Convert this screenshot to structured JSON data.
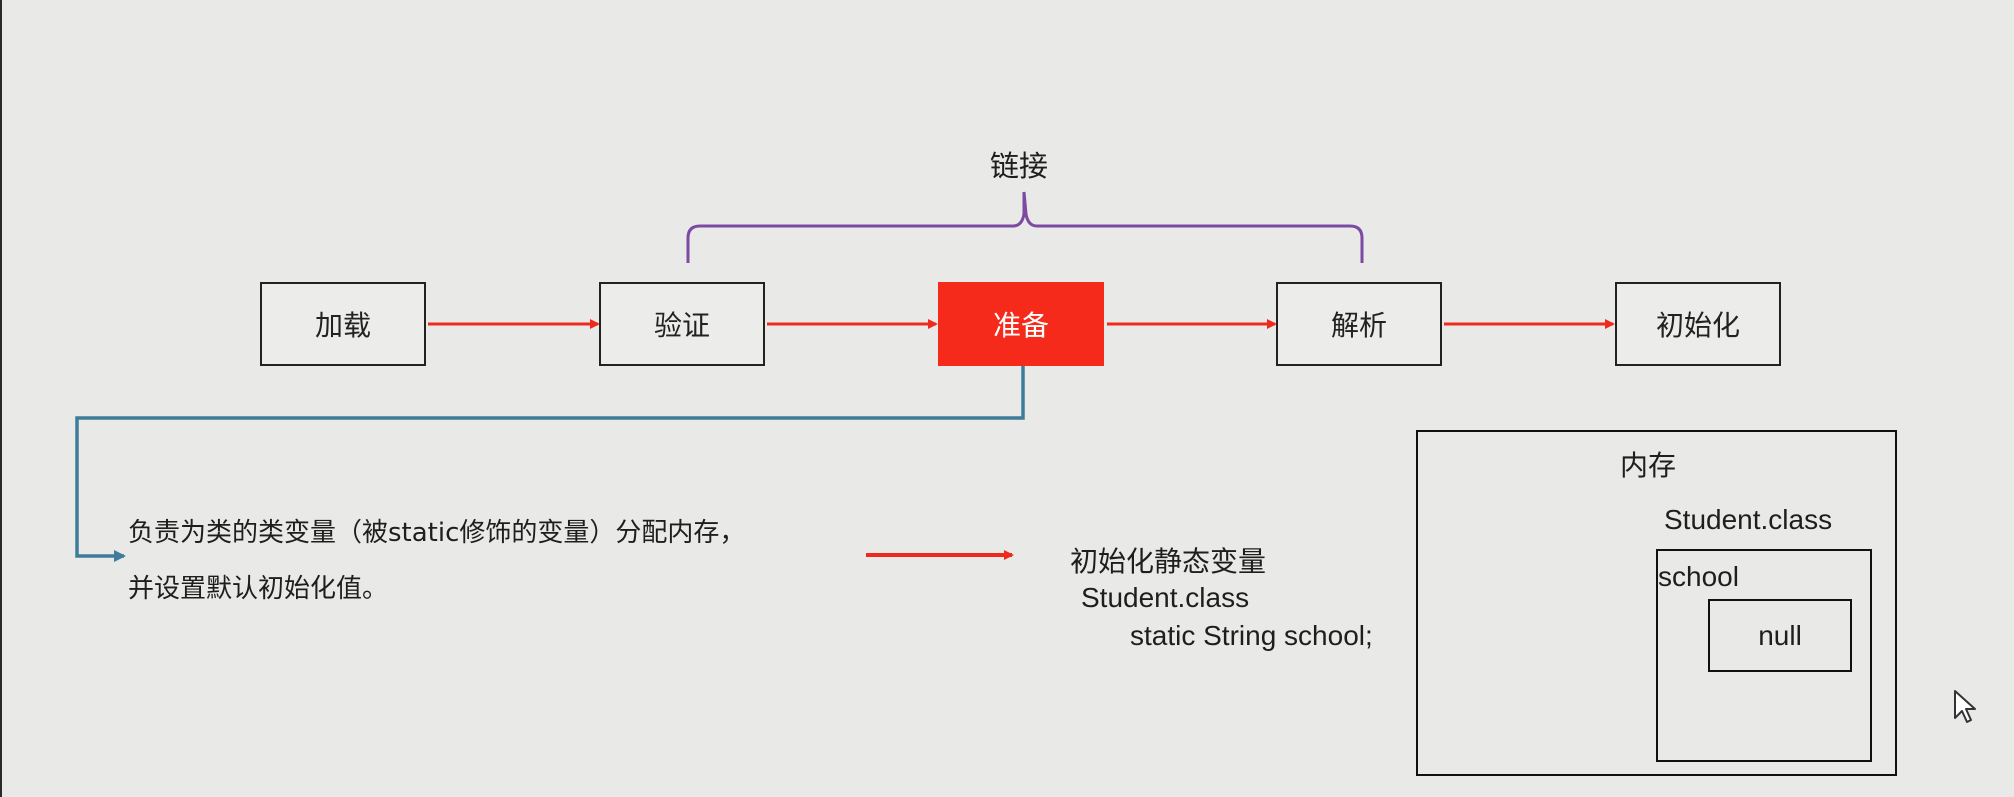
{
  "diagram": {
    "bracket_label": "链接",
    "stages": [
      "加载",
      "验证",
      "准备",
      "解析",
      "初始化"
    ],
    "active_stage": "准备",
    "description": [
      "负责为类的类变量（被static修饰的变量）分配内存，",
      "并设置默认初始化值。"
    ],
    "code": {
      "heading": "初始化静态变量",
      "class_line": "Student.class",
      "field_line": "static String school;"
    },
    "memory": {
      "title": "内存",
      "class_label": "Student.class",
      "field_label": "school",
      "value": "null"
    },
    "colors": {
      "arrow": "#ee2a1e",
      "bracket": "#7d4aa3",
      "connector": "#3f7c9a",
      "active": "#f62a1a"
    }
  }
}
